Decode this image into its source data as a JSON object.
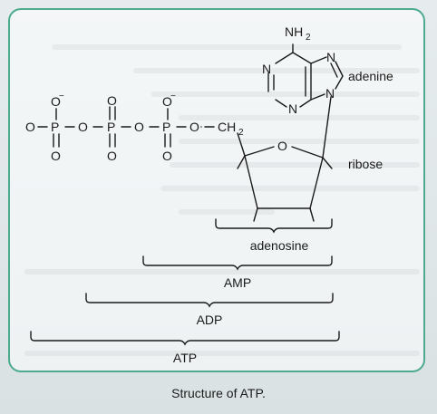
{
  "labels": {
    "adenine": "adenine",
    "ribose": "ribose",
    "adenosine": "adenosine",
    "amp": "AMP",
    "adp": "ADP",
    "atp": "ATP"
  },
  "atoms": {
    "nh2_n": "NH",
    "nh2_sub": "2",
    "ring_n1": "N",
    "ring_n3": "N",
    "ring_n7": "N",
    "ring_n9": "N",
    "ribose_o": "O",
    "ch2": "CH",
    "ch2_sub": "2",
    "o_minus_1": "O",
    "o_minus_2": "O",
    "o_minus_3": "O",
    "o_minus_top_1": "O",
    "o_minus_top_3": "O",
    "minus": "−",
    "p1": "P",
    "p2": "P",
    "p3": "P",
    "bridge_o1": "O",
    "bridge_o2": "O",
    "bridge_o3": "O",
    "top_o2": "O",
    "bottom_o1": "O",
    "bottom_o2": "O",
    "bottom_o3": "O"
  },
  "caption": "Structure of ATP.",
  "colors": {
    "frame": "#4daa8e",
    "ink": "#1a1a1a"
  }
}
